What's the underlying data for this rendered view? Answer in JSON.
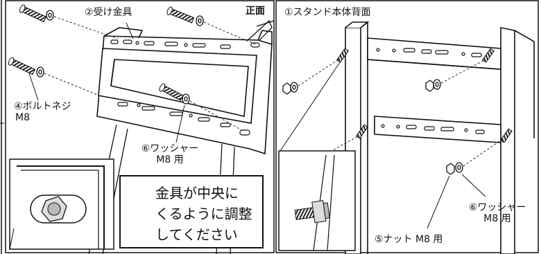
{
  "left_panel": {
    "view_label": "正面",
    "bracket_label": "②受け金具",
    "bolt_label": [
      "④ボルトネジ",
      "M8"
    ],
    "washer_label": [
      "⑥ワッシャー",
      "M8 用"
    ]
  },
  "right_panel": {
    "view_label": "①スタンド本体背面",
    "washer_label": [
      "⑥ワッシャー",
      "M8 用"
    ],
    "nut_label": "⑤ナット M8 用"
  },
  "notice": {
    "lines": [
      "金具が中央に",
      "くるように調整",
      "してください"
    ],
    "icon": "warning-triangle-icon"
  },
  "colors": {
    "ink": "#111111",
    "panel_border": "#111111"
  }
}
